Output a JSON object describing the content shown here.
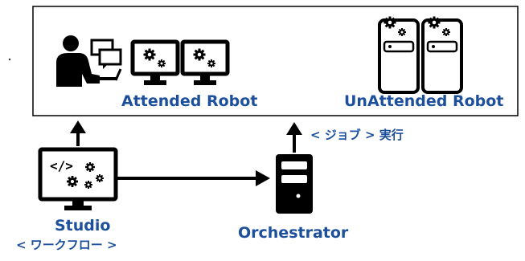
{
  "colors": {
    "accent": "#1c4f9c",
    "ink": "#000000"
  },
  "nodes": {
    "attended": {
      "label": "Attended Robot",
      "icon": "person-with-monitors-icon"
    },
    "unattended": {
      "label": "UnAttended Robot",
      "icon": "robot-servers-icon"
    },
    "studio": {
      "label": "Studio",
      "sublabel": "< ワークフロー >",
      "icon": "code-monitor-icon"
    },
    "orchestrator": {
      "label": "Orchestrator",
      "icon": "server-tower-icon"
    }
  },
  "edges": {
    "orchestrator_to_unattended": {
      "label": "< ジョブ > 実行"
    }
  }
}
